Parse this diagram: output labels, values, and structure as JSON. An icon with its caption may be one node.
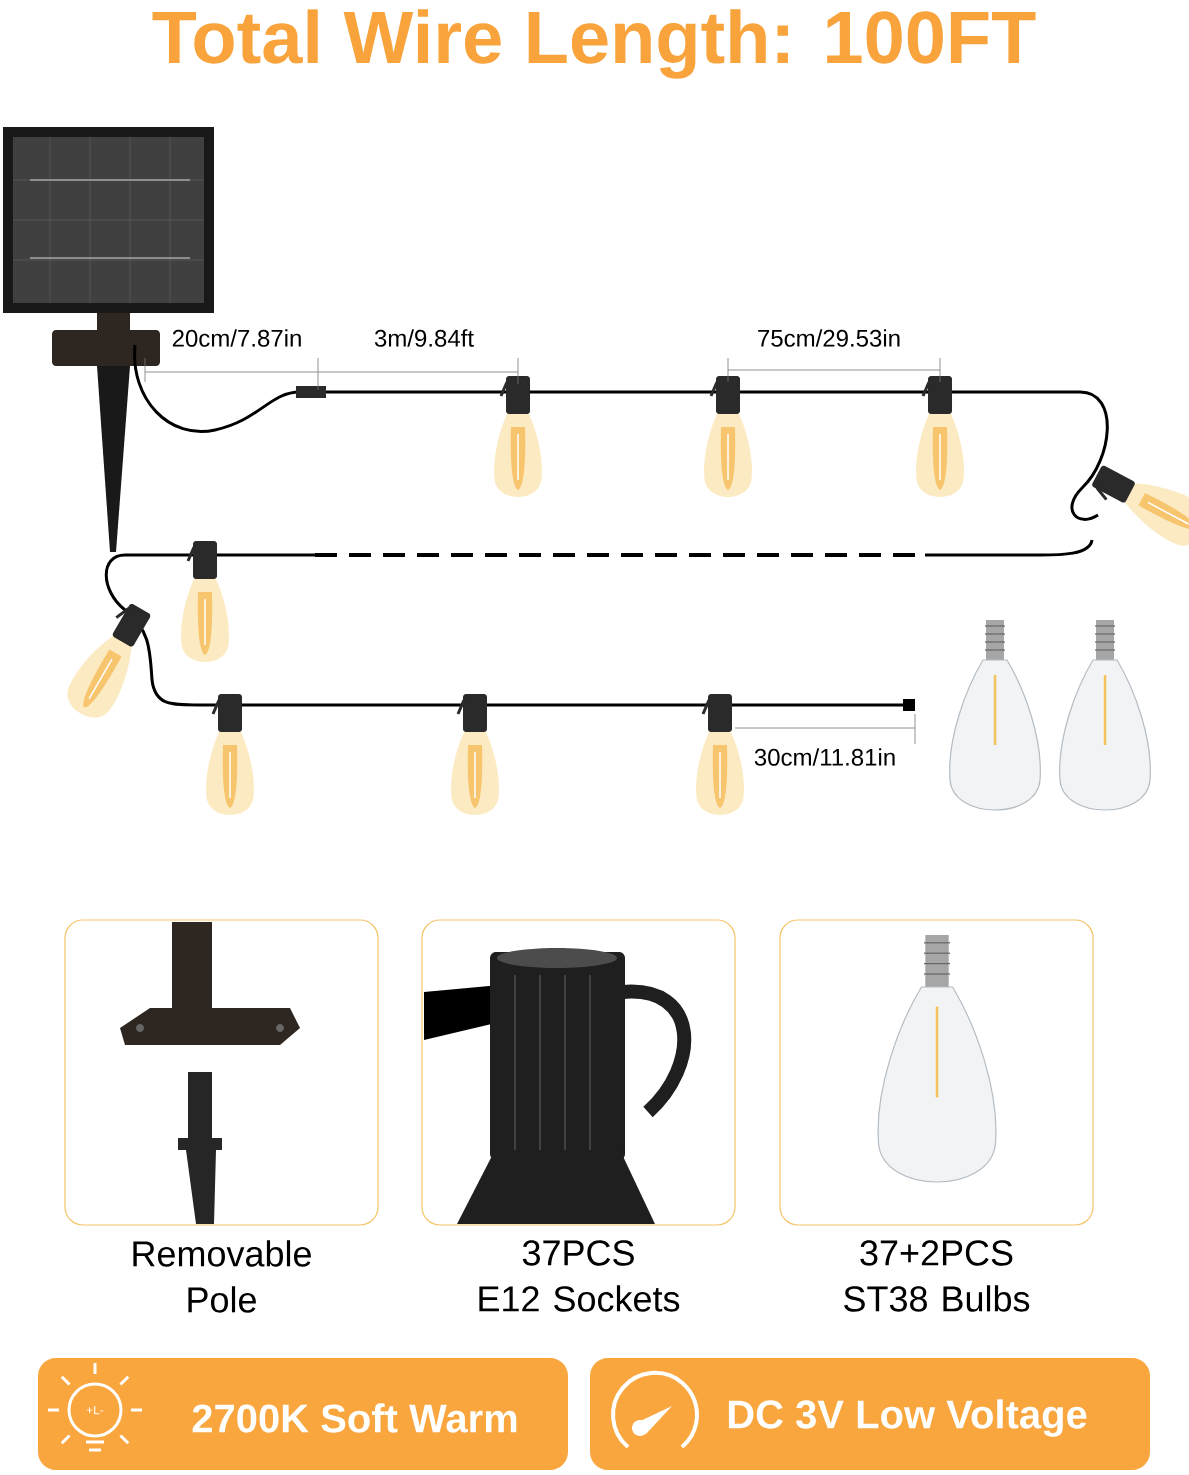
{
  "diagram": {
    "title": "Total Wire Length: 100FT",
    "nodes": [
      {
        "text": [
          "Removable Pole"
        ]
      },
      {
        "text": [
          "37PCS",
          "E12 Sockets"
        ]
      },
      {
        "text": [
          "37+2PCS",
          "ST38 Bulbs"
        ]
      },
      {
        "text": [
          "2700K Soft Warm"
        ]
      },
      {
        "text": [
          "DC 3V Low Voltage"
        ]
      }
    ],
    "labels": [
      "20cm/7.87in",
      "3m/9.84ft",
      "75cm/29.53in",
      "30cm/11.81in",
      "+L-"
    ]
  }
}
